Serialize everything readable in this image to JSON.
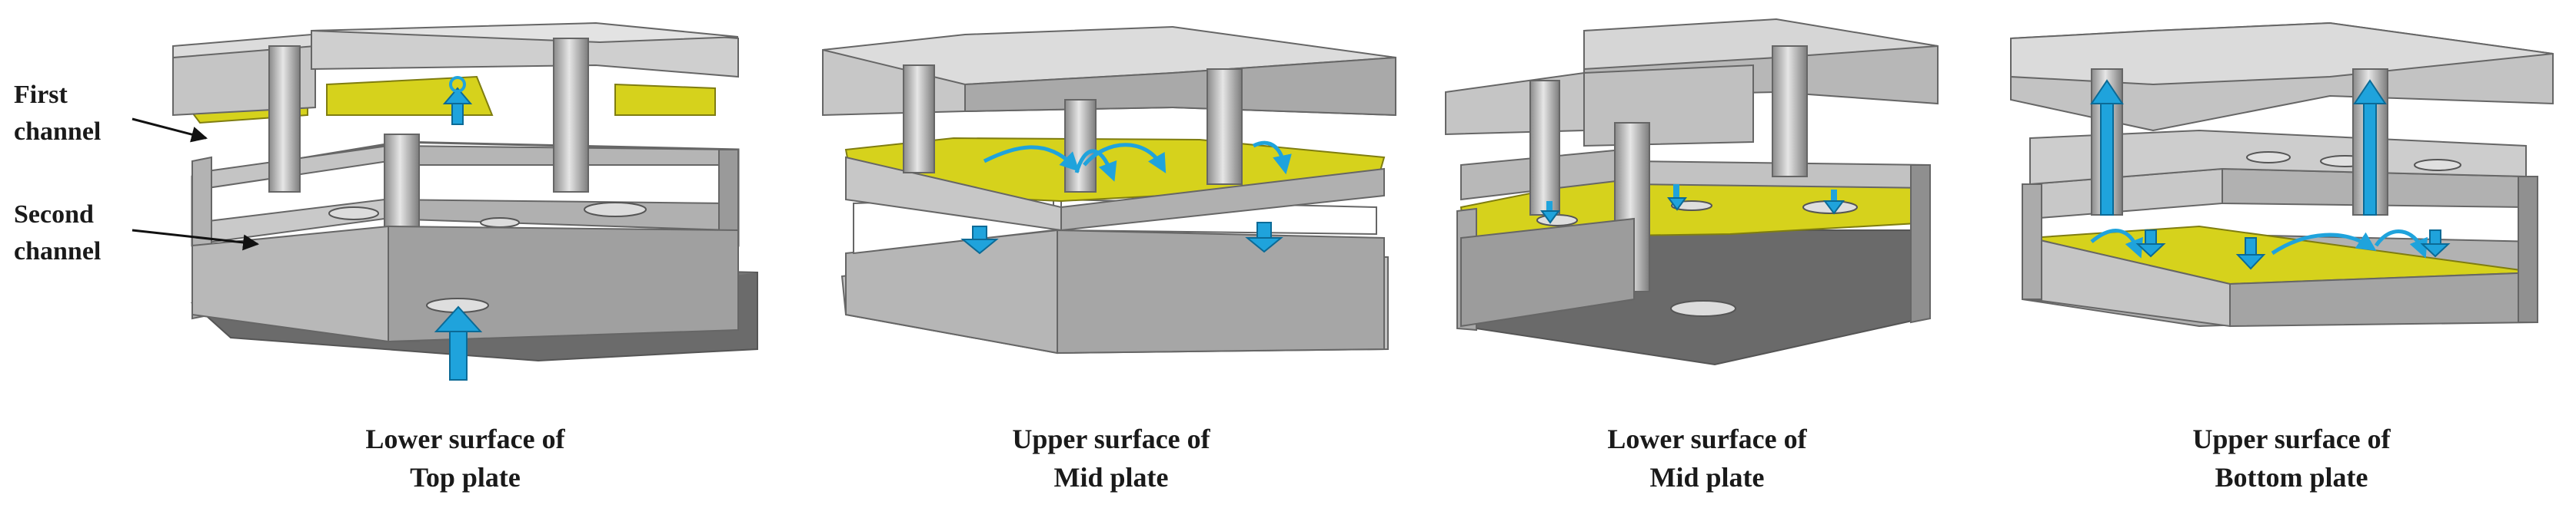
{
  "labels": {
    "first_channel": [
      "First",
      "channel"
    ],
    "second_channel": [
      "Second",
      "channel"
    ]
  },
  "captions": [
    [
      "Lower surface of",
      "Top plate"
    ],
    [
      "Upper surface of",
      "Mid plate"
    ],
    [
      "Lower surface of",
      "Mid plate"
    ],
    [
      "Upper surface of",
      "Bottom plate"
    ]
  ],
  "colors": {
    "plate_light": "#c9c9c9",
    "plate_mid": "#a8a8a8",
    "plate_dark": "#6a6a6a",
    "highlight_surface": "#d6d21c",
    "flow_arrow": "#1fa3dc",
    "outline": "#5a5a5a"
  },
  "icons": {
    "flow": "flow-arrow-icon"
  }
}
